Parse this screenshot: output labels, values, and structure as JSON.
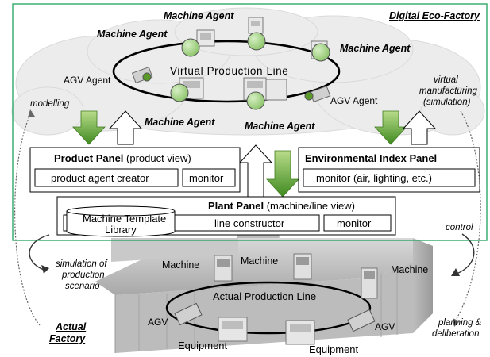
{
  "digital_title": "Digital Eco-Factory",
  "virtual_line": {
    "label": "Virtual Production Line",
    "machine_agent_label": "Machine Agent",
    "agv_agent_label": "AGV Agent"
  },
  "side_labels": {
    "modelling": "modelling",
    "virtual_manufacturing_1": "virtual",
    "virtual_manufacturing_2": "manufacturing",
    "virtual_manufacturing_3": "(simulation)",
    "control": "control",
    "simulation_1": "simulation of",
    "simulation_2": "production",
    "simulation_3": "scenario",
    "planning_1": "planning &",
    "planning_2": "deliberation"
  },
  "product_panel": {
    "title_bold": "Product Panel",
    "title_rest": " (product view)",
    "creator": "product agent creator",
    "monitor": "monitor"
  },
  "env_panel": {
    "title": "Environmental Index Panel",
    "monitor": "monitor (air, lighting, etc.)"
  },
  "plant_panel": {
    "title_bold": "Plant Panel",
    "title_rest": " (machine/line view)",
    "library_1": "Machine Template",
    "library_2": "Library",
    "constructor": "line constructor",
    "monitor": "monitor"
  },
  "actual": {
    "factory_1": "Actual",
    "factory_2": "Factory",
    "line_label": "Actual Production Line",
    "machine": "Machine",
    "agv": "AGV",
    "equipment": "Equipment"
  },
  "colors": {
    "frame_green": "#2fa86a",
    "arrow_green": "#5a9a2a",
    "node_green": "#a6d68a",
    "cloud_gray": "#ececec",
    "factory_gray": "#c8c8c8"
  }
}
